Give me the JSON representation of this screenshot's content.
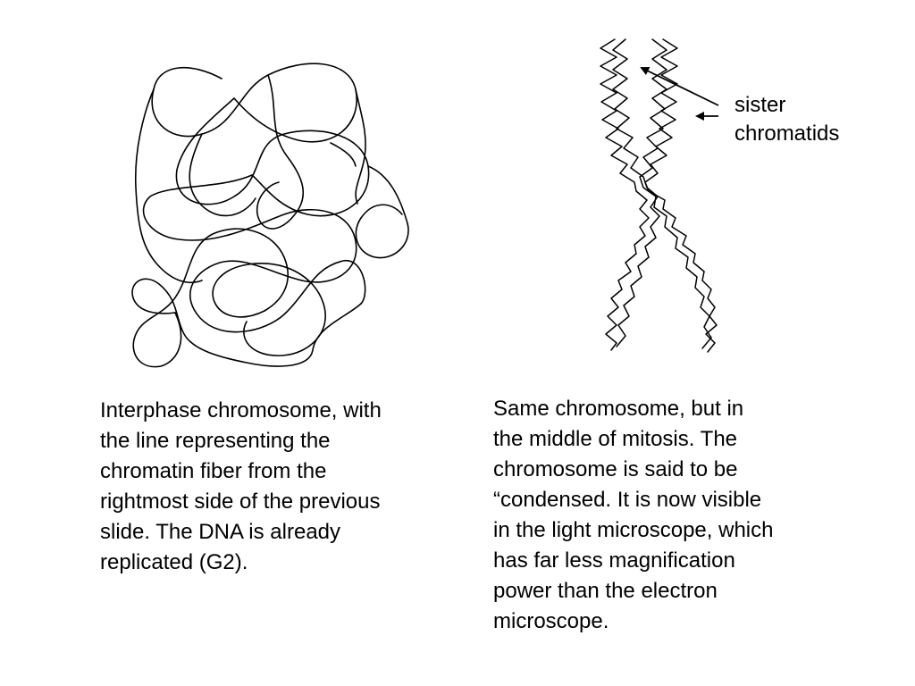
{
  "labels": {
    "sister_chromatids": [
      "sister",
      "chromatids"
    ]
  },
  "captions": {
    "interphase": [
      "Interphase chromosome, with",
      "the line representing the",
      "chromatin fiber from the",
      "rightmost side of the previous",
      "slide. The DNA is already",
      "replicated (G2)."
    ],
    "mitosis": [
      "Same chromosome, but  in",
      "the middle of mitosis. The",
      "chromosome is said to be",
      "“condensed.  It is now visible",
      "in the light microscope, which",
      "has far less magnification",
      "power than the electron",
      "microscope."
    ]
  },
  "colors": {
    "ink": "#000000",
    "background": "#ffffff"
  }
}
